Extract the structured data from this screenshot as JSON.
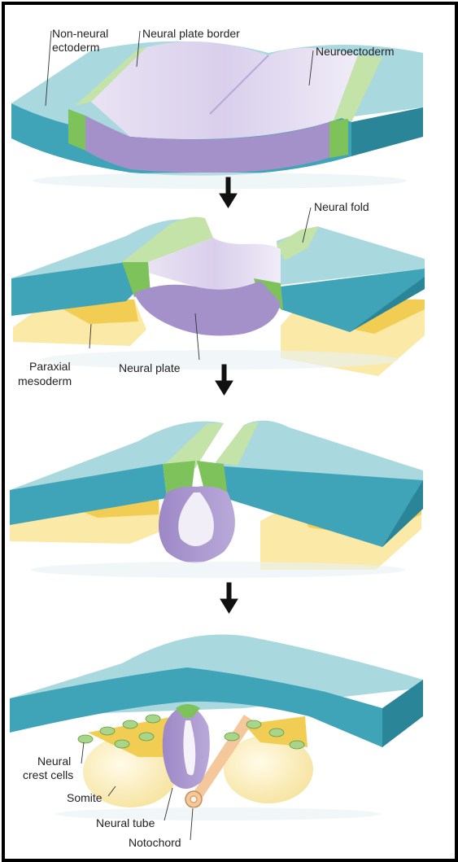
{
  "colors": {
    "ectoderm_top": "#a9d8df",
    "ectoderm_side": "#3fa4b8",
    "ectoderm_edge": "#2f8ea3",
    "border_green": "#7dc25a",
    "border_green_light": "#c3e3a8",
    "neural_purple_top": "#e6e0f1",
    "neural_purple": "#a491c9",
    "neural_purple_dark": "#8c78b8",
    "mesoderm": "#fbe9a7",
    "mesoderm_dark": "#f2cd53",
    "notochord": "#f4c89a",
    "crest_cell": "#a8d58a"
  },
  "stages": [
    {
      "labels": {
        "non_neural_ectoderm": "Non-neural\nectoderm",
        "neural_plate_border": "Neural plate border",
        "neuroectoderm": "Neuroectoderm"
      }
    },
    {
      "labels": {
        "neural_fold": "Neural fold",
        "paraxial_mesoderm": "Paraxial\nmesoderm",
        "neural_plate": "Neural plate"
      }
    },
    {
      "labels": {}
    },
    {
      "labels": {
        "neural_crest_cells": "Neural\ncrest cells",
        "somite": "Somite",
        "neural_tube": "Neural tube",
        "notochord": "Notochord"
      }
    }
  ]
}
